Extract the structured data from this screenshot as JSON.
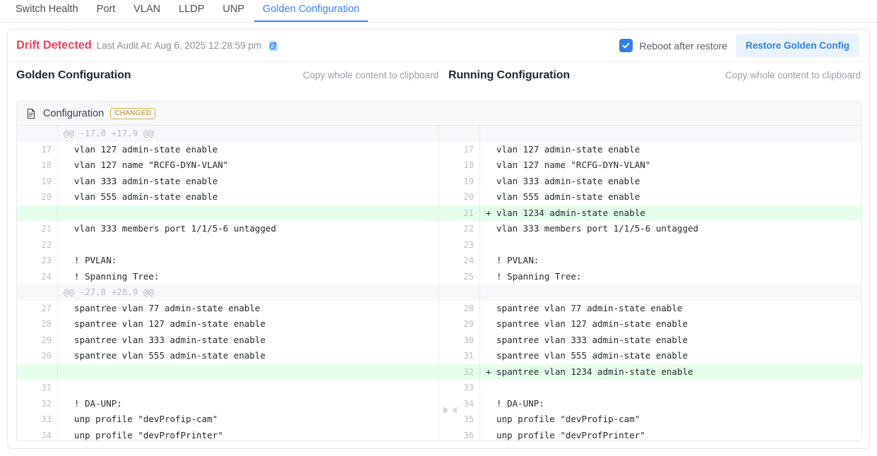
{
  "tabs": [
    {
      "label": "Switch Health",
      "active": false
    },
    {
      "label": "Port",
      "active": false
    },
    {
      "label": "VLAN",
      "active": false
    },
    {
      "label": "LLDP",
      "active": false
    },
    {
      "label": "UNP",
      "active": false
    },
    {
      "label": "Golden Configuration",
      "active": true
    }
  ],
  "status": {
    "drift_label": "Drift Detected",
    "audit_text": "Last Audit At: Aug 6, 2025 12:28:59 pm",
    "sync_icon": "document-sync-icon",
    "reboot_checkbox_label": "Reboot after restore",
    "reboot_checkbox_checked": true,
    "restore_button_label": "Restore Golden Config",
    "drift_color": "#f43f5e",
    "accent_color": "#2f80ed"
  },
  "panels": {
    "left": {
      "title": "Golden Configuration",
      "copy_label": "Copy whole content to clipboard"
    },
    "right": {
      "title": "Running Configuration",
      "copy_label": "Copy whole content to clipboard"
    }
  },
  "file": {
    "icon": "document-icon",
    "name": "Configuration",
    "badge": "CHANGED",
    "badge_color": "#d8b24a"
  },
  "diff": {
    "rows": [
      {
        "type": "hunk",
        "left_no": "",
        "left_code": "@@ -17,8 +17,9 @@",
        "right_no": "",
        "right_code": ""
      },
      {
        "type": "normal",
        "left_no": "17",
        "left_code": "  vlan 127 admin-state enable",
        "right_no": "17",
        "right_code": "  vlan 127 admin-state enable"
      },
      {
        "type": "normal",
        "left_no": "18",
        "left_code": "  vlan 127 name \"RCFG-DYN-VLAN\"",
        "right_no": "18",
        "right_code": "  vlan 127 name \"RCFG-DYN-VLAN\""
      },
      {
        "type": "normal",
        "left_no": "19",
        "left_code": "  vlan 333 admin-state enable",
        "right_no": "19",
        "right_code": "  vlan 333 admin-state enable"
      },
      {
        "type": "normal",
        "left_no": "20",
        "left_code": "  vlan 555 admin-state enable",
        "right_no": "20",
        "right_code": "  vlan 555 admin-state enable"
      },
      {
        "type": "add",
        "left_no": "",
        "left_code": "",
        "right_no": "21",
        "right_code": "+ vlan 1234 admin-state enable"
      },
      {
        "type": "normal",
        "left_no": "21",
        "left_code": "  vlan 333 members port 1/1/5-6 untagged",
        "right_no": "22",
        "right_code": "  vlan 333 members port 1/1/5-6 untagged"
      },
      {
        "type": "normal",
        "left_no": "22",
        "left_code": "",
        "right_no": "23",
        "right_code": ""
      },
      {
        "type": "normal",
        "left_no": "23",
        "left_code": "  ! PVLAN:",
        "right_no": "24",
        "right_code": "  ! PVLAN:"
      },
      {
        "type": "normal",
        "left_no": "24",
        "left_code": "  ! Spanning Tree:",
        "right_no": "25",
        "right_code": "  ! Spanning Tree:"
      },
      {
        "type": "hunk",
        "left_no": "",
        "left_code": "@@ -27,8 +28,9 @@",
        "right_no": "",
        "right_code": ""
      },
      {
        "type": "normal",
        "left_no": "27",
        "left_code": "  spantree vlan 77 admin-state enable",
        "right_no": "28",
        "right_code": "  spantree vlan 77 admin-state enable"
      },
      {
        "type": "normal",
        "left_no": "28",
        "left_code": "  spantree vlan 127 admin-state enable",
        "right_no": "29",
        "right_code": "  spantree vlan 127 admin-state enable"
      },
      {
        "type": "normal",
        "left_no": "29",
        "left_code": "  spantree vlan 333 admin-state enable",
        "right_no": "30",
        "right_code": "  spantree vlan 333 admin-state enable"
      },
      {
        "type": "normal",
        "left_no": "30",
        "left_code": "  spantree vlan 555 admin-state enable",
        "right_no": "31",
        "right_code": "  spantree vlan 555 admin-state enable"
      },
      {
        "type": "add",
        "left_no": "",
        "left_code": "",
        "right_no": "32",
        "right_code": "+ spantree vlan 1234 admin-state enable"
      },
      {
        "type": "normal",
        "left_no": "31",
        "left_code": "",
        "right_no": "33",
        "right_code": ""
      },
      {
        "type": "normal",
        "left_no": "32",
        "left_code": "  ! DA-UNP:",
        "right_no": "34",
        "right_code": "  ! DA-UNP:"
      },
      {
        "type": "normal",
        "left_no": "33",
        "left_code": "  unp profile \"devProfip-cam\"",
        "right_no": "35",
        "right_code": "  unp profile \"devProfip-cam\""
      },
      {
        "type": "normal",
        "left_no": "34",
        "left_code": "  unp profile \"devProfPrinter\"",
        "right_no": "36",
        "right_code": "  unp profile \"devProfPrinter\""
      }
    ],
    "added_bg": "#e6ffec",
    "empty_bg": "#f0f0f0",
    "hunk_bg": "#f6f8fb"
  }
}
